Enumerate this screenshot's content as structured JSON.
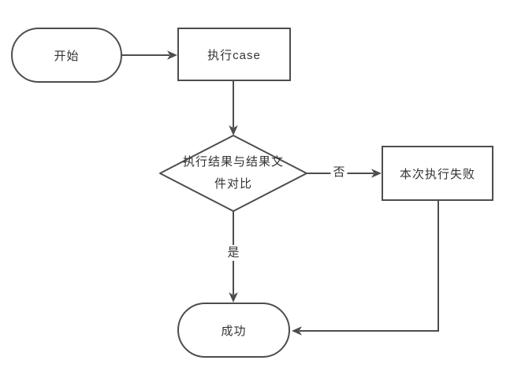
{
  "colors": {
    "stroke": "#4d4d4d",
    "text": "#333333",
    "node_fill": "#ffffff",
    "background": "#ffffff"
  },
  "nodes": {
    "start": {
      "label": "开始"
    },
    "execute": {
      "label": "执行case"
    },
    "decision": {
      "label_line1": "执行结果与结果文",
      "label_line2": "件对比"
    },
    "fail": {
      "label": "本次执行失败"
    },
    "success": {
      "label": "成功"
    }
  },
  "edges": {
    "decision_to_fail": {
      "label": "否"
    },
    "decision_to_success": {
      "label": "是"
    }
  }
}
